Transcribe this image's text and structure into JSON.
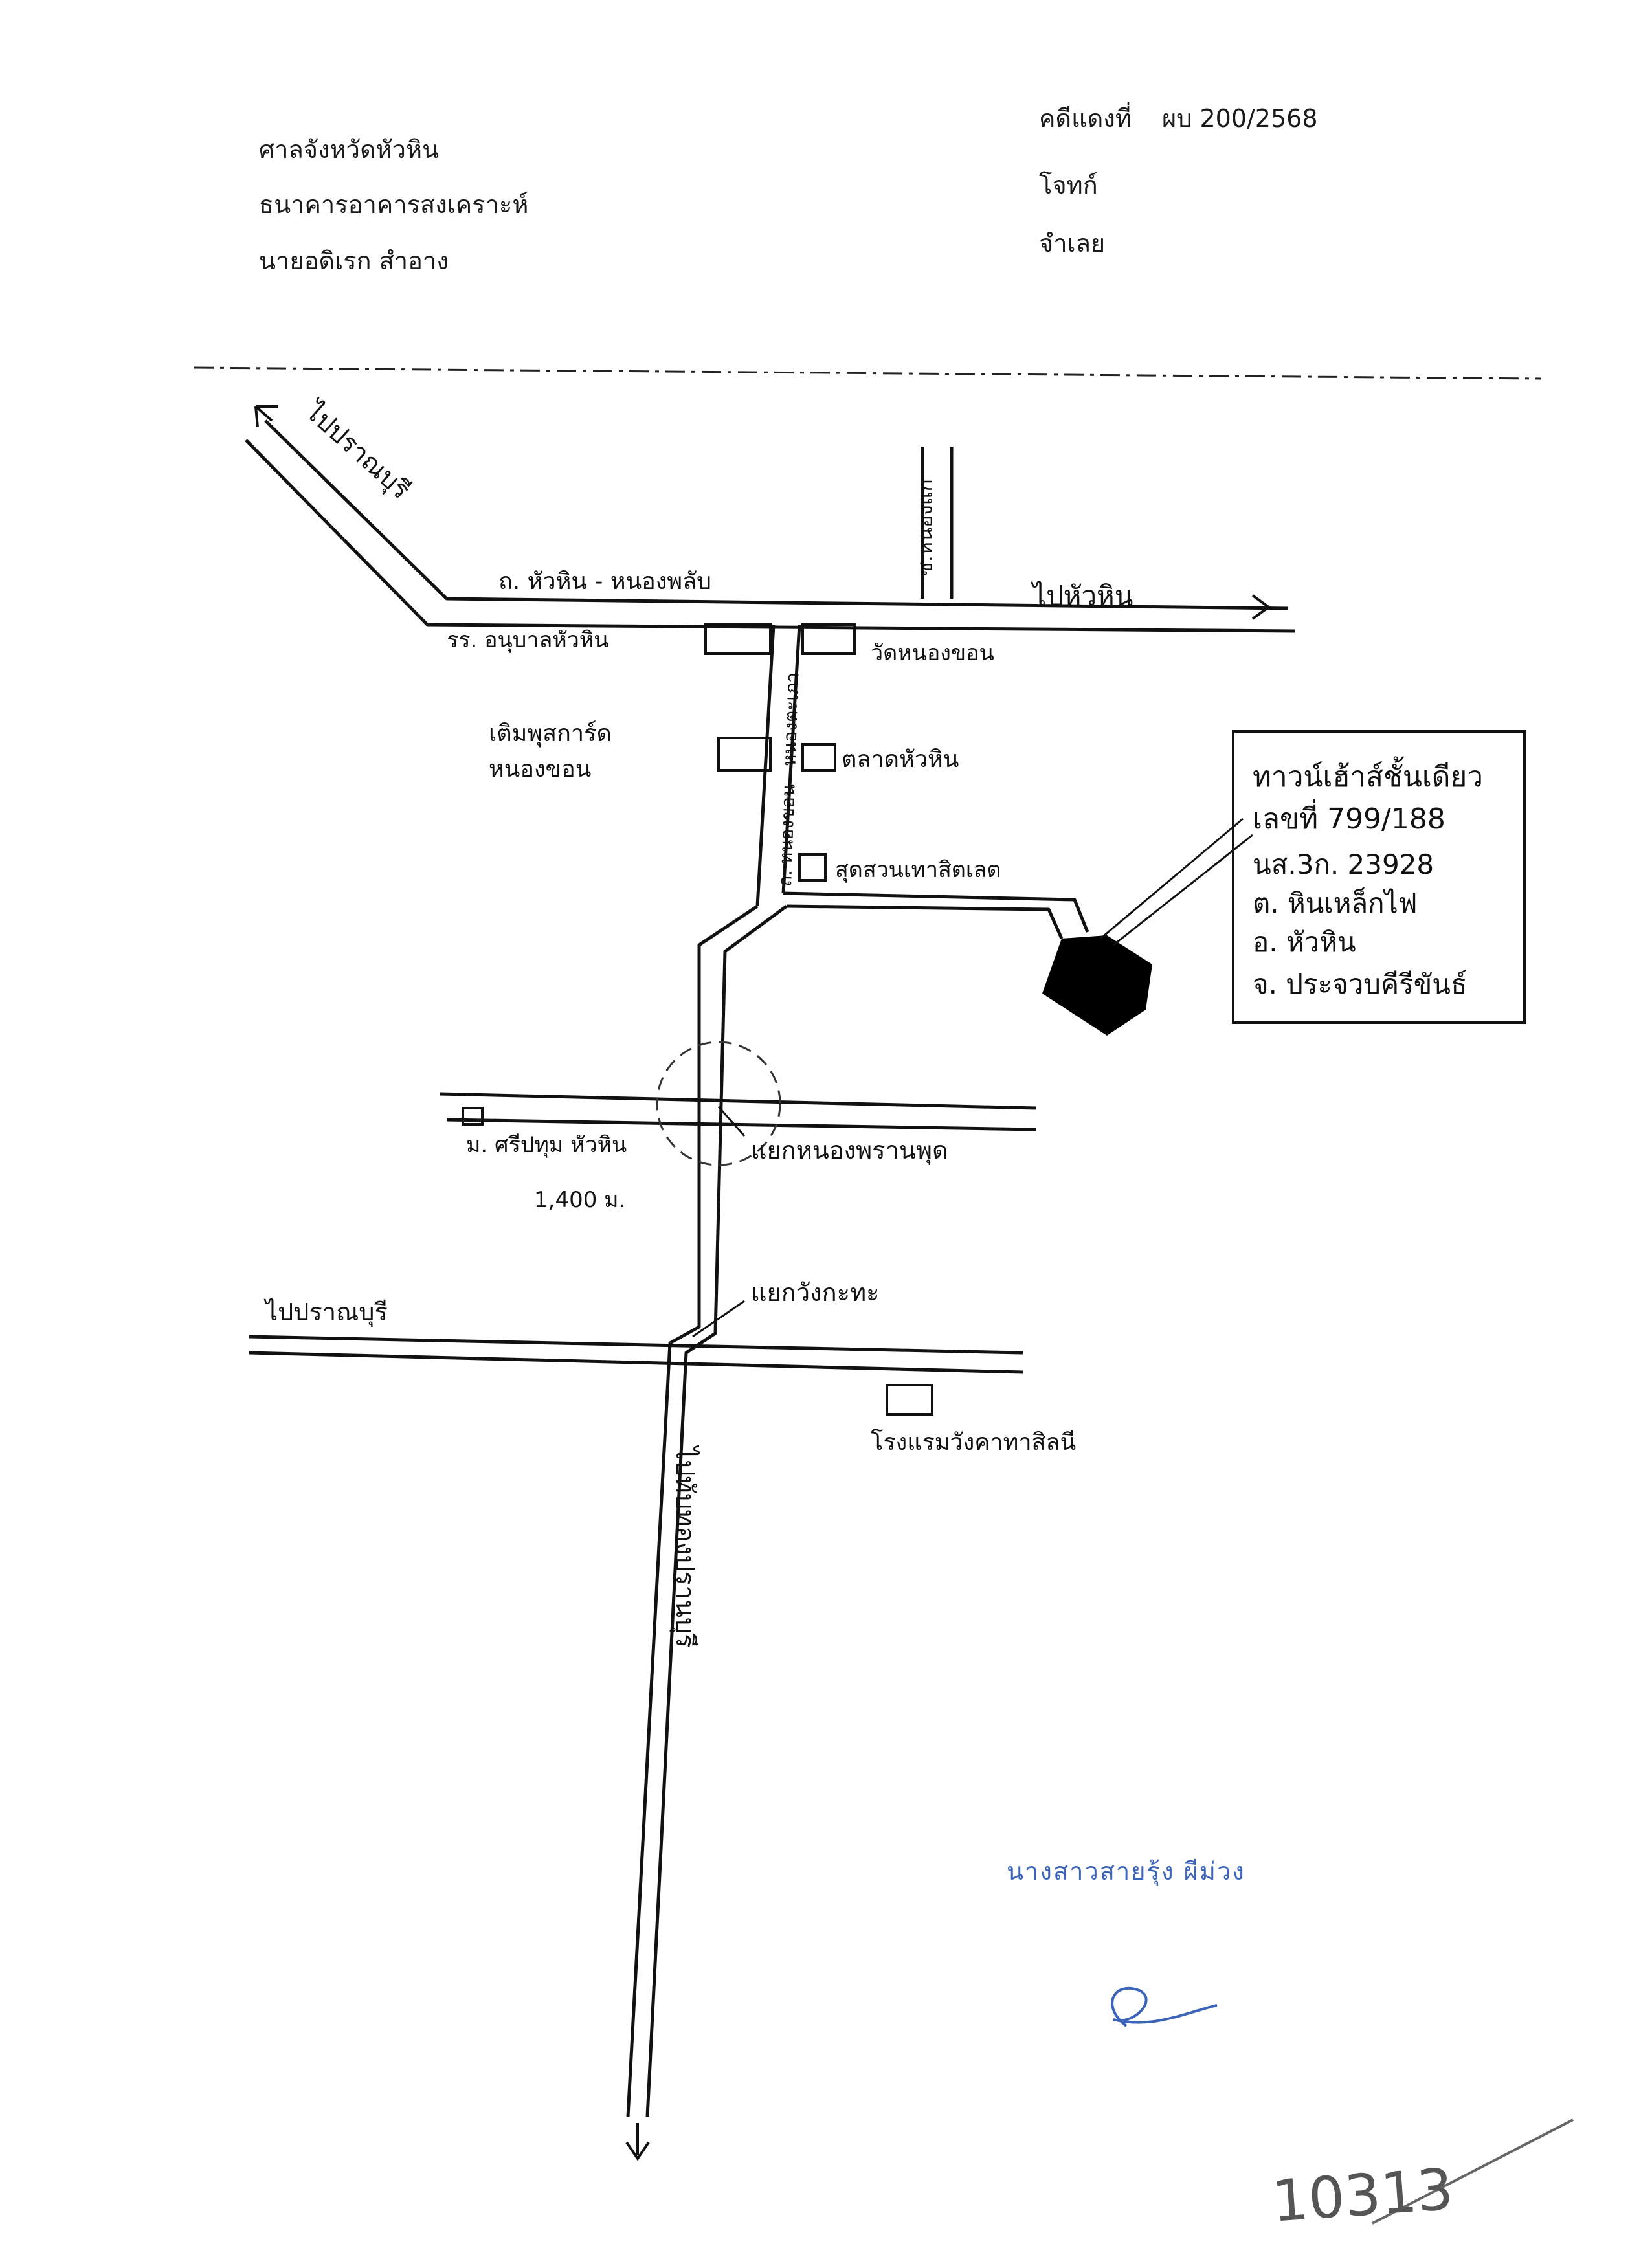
{
  "header": {
    "court": "ศาลจังหวัดหัวหิน",
    "plaintiff_name": "ธนาคารอาคารสงเคราะห์",
    "defendant_name": "นายอดิเรก  สำอาง",
    "case_label": "คดีแดงที่",
    "case_number": "ผบ 200/2568",
    "plaintiff_label": "โจทก์",
    "defendant_label": "จำเลย"
  },
  "map": {
    "top_left_arrow": "ไปปราณบุรี",
    "main_road": "ถ. หัวหิน - หนองพลับ",
    "to_huahin": "ไปหัวหิน",
    "side_road_top": "ซ.หนองแก",
    "school": "รร. อนุบาลหัวหิน",
    "temple": "วัดหนองขอน",
    "gas_station": "เติมพุสการ์ด",
    "gas_station_2": "หนองขอน",
    "market": "ตลาดหัวหิน",
    "vertical_road": "ถ. หนองขอน - หนองตะเภา",
    "village_entrance": "สุดสวนเทาสิตเลต",
    "target_box": {
      "line1": "ทาวน์เฮ้าส์ชั้นเดียว",
      "line2": "เลขที่ 799/188",
      "line3": "นส.3ก. 23928",
      "line4": "ต. หินเหล็กไฟ",
      "line5": "อ. หัวหิน",
      "line6": "จ. ประจวบคีรีขันธ์"
    },
    "university": "ม. ศรีปทุม หัวหิน",
    "distance": "1,400 ม.",
    "intersection_1": "แยกหนองพรานพุด",
    "left_arrow_bottom": "ไปปราณบุรี",
    "intersection_2": "แยกวังกะทะ",
    "hotel": "โรงแรมวังคาทาสิลนี",
    "bottom_road": "ไปทับทองปรานบุรี"
  },
  "signature": {
    "name": "นางสาวสายรุ้ง  ผีม่วง"
  },
  "page_number": "10313",
  "colors": {
    "ink": "#111111",
    "signature_blue": "#3b63b8",
    "pencil": "#555555"
  }
}
